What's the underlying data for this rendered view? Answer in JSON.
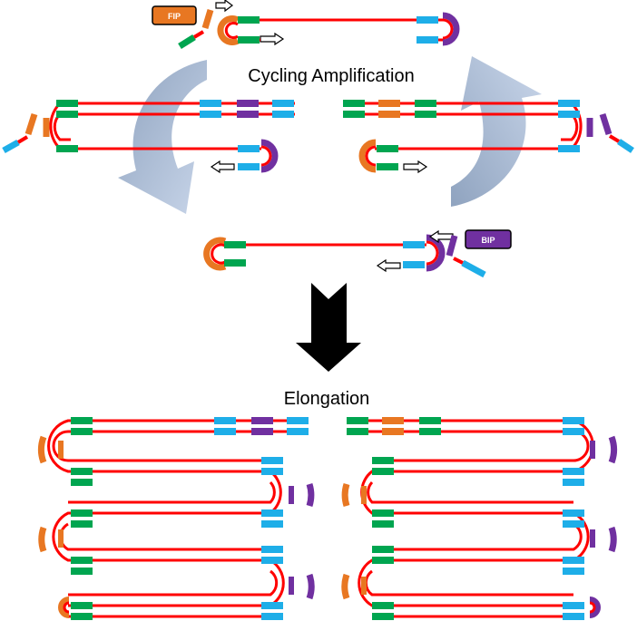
{
  "labels": {
    "cycling": "Cycling Amplification",
    "elongation": "Elongation",
    "fip": "FIP",
    "bip": "BIP"
  },
  "colors": {
    "strand": "#ff0000",
    "f_region": "#00a550",
    "b_region": "#1eaee8",
    "fc_loop": "#e87722",
    "bc_loop": "#7030a0",
    "cycle_arrow": "#9aaec8",
    "down_arrow": "#000000"
  }
}
